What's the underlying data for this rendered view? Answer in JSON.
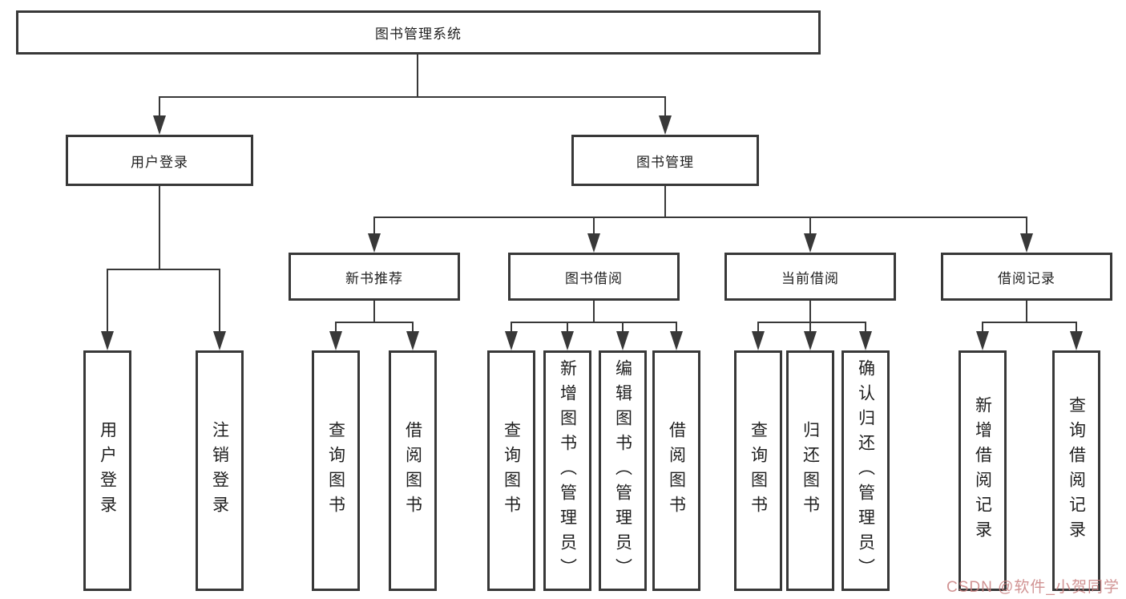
{
  "diagram": {
    "root": "图书管理系统",
    "level2": {
      "user_login": "用户登录",
      "book_management": "图书管理"
    },
    "level3": {
      "new_book_recommend": "新书推荐",
      "book_borrow": "图书借阅",
      "current_borrow": "当前借阅",
      "borrow_records": "借阅记录"
    },
    "leaves": {
      "user_login": [
        "用户登录",
        "注销登录"
      ],
      "new_book_recommend": [
        "查询图书",
        "借阅图书"
      ],
      "book_borrow": [
        "查询图书",
        "新增图书（管理员）",
        "编辑图书（管理员）",
        "借阅图书"
      ],
      "current_borrow": [
        "查询图书",
        "归还图书",
        "确认归还（管理员）"
      ],
      "borrow_records": [
        "新增借阅记录",
        "查询借阅记录"
      ]
    }
  },
  "watermark": {
    "text": "CSDN @软件_小贺同学"
  },
  "colors": {
    "line": "#383838",
    "box_border": "#383838",
    "text": "#1f1f1f",
    "watermark": "#c98080",
    "background": "#ffffff"
  }
}
